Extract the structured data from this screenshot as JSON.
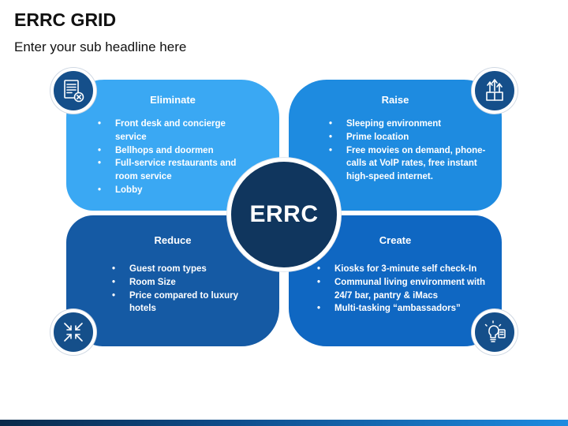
{
  "header": {
    "title": "ERRC GRID",
    "subtitle": "Enter your sub headline here"
  },
  "center": {
    "label": "ERRC"
  },
  "quadrants": {
    "eliminate": {
      "heading": "Eliminate",
      "icon": "document-cancel-icon",
      "color": "#3aa8f3",
      "items": [
        "Front desk and concierge service",
        "Bellhops and doormen",
        "Full-service restaurants and room service",
        "Lobby"
      ]
    },
    "raise": {
      "heading": "Raise",
      "icon": "arrows-up-box-icon",
      "color": "#1e8be0",
      "items": [
        "Sleeping environment",
        "Prime location",
        "Free movies on demand, phone-calls at VoIP rates, free instant high-speed internet."
      ]
    },
    "reduce": {
      "heading": "Reduce",
      "icon": "arrows-inward-icon",
      "color": "#155aa4",
      "items": [
        "Guest room types",
        "Room Size",
        "Price compared to luxury hotels"
      ]
    },
    "create": {
      "heading": "Create",
      "icon": "lightbulb-idea-icon",
      "color": "#0f67c2",
      "items": [
        "Kiosks for 3-minute self check-In",
        "Communal living environment with 24/7 bar, pantry & iMacs",
        "Multi-tasking “ambassadors”"
      ]
    }
  }
}
